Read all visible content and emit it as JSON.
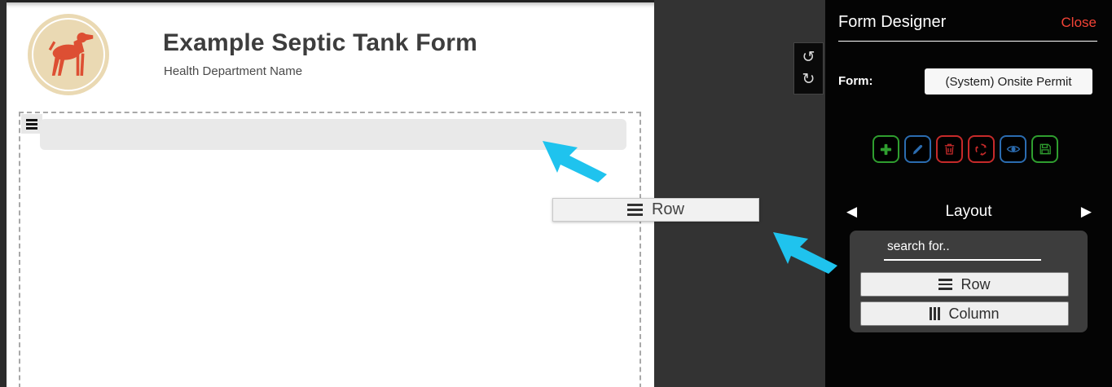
{
  "colors": {
    "accent_arrow": "#1fc3ee",
    "close_red": "#f44336",
    "toolbar_green": "#2f9e2f",
    "toolbar_blue": "#2b6cb0",
    "toolbar_red": "#c62a2a",
    "logo_bg": "#ead9b3",
    "logo_dog": "#dd4f33"
  },
  "canvas": {
    "title": "Example Septic Tank Form",
    "subtitle": "Health Department Name"
  },
  "drag_preview": {
    "label": "Row"
  },
  "history": {
    "undo_glyph": "↺",
    "redo_glyph": "↻"
  },
  "panel": {
    "title": "Form Designer",
    "close_label": "Close",
    "form_label": "Form:",
    "form_value": "(System) Onsite Permit",
    "layout": {
      "prev_glyph": "◀",
      "next_glyph": "▶",
      "title": "Layout",
      "search_placeholder": "search for..",
      "items": [
        {
          "label": "Row"
        },
        {
          "label": "Column"
        }
      ]
    }
  }
}
